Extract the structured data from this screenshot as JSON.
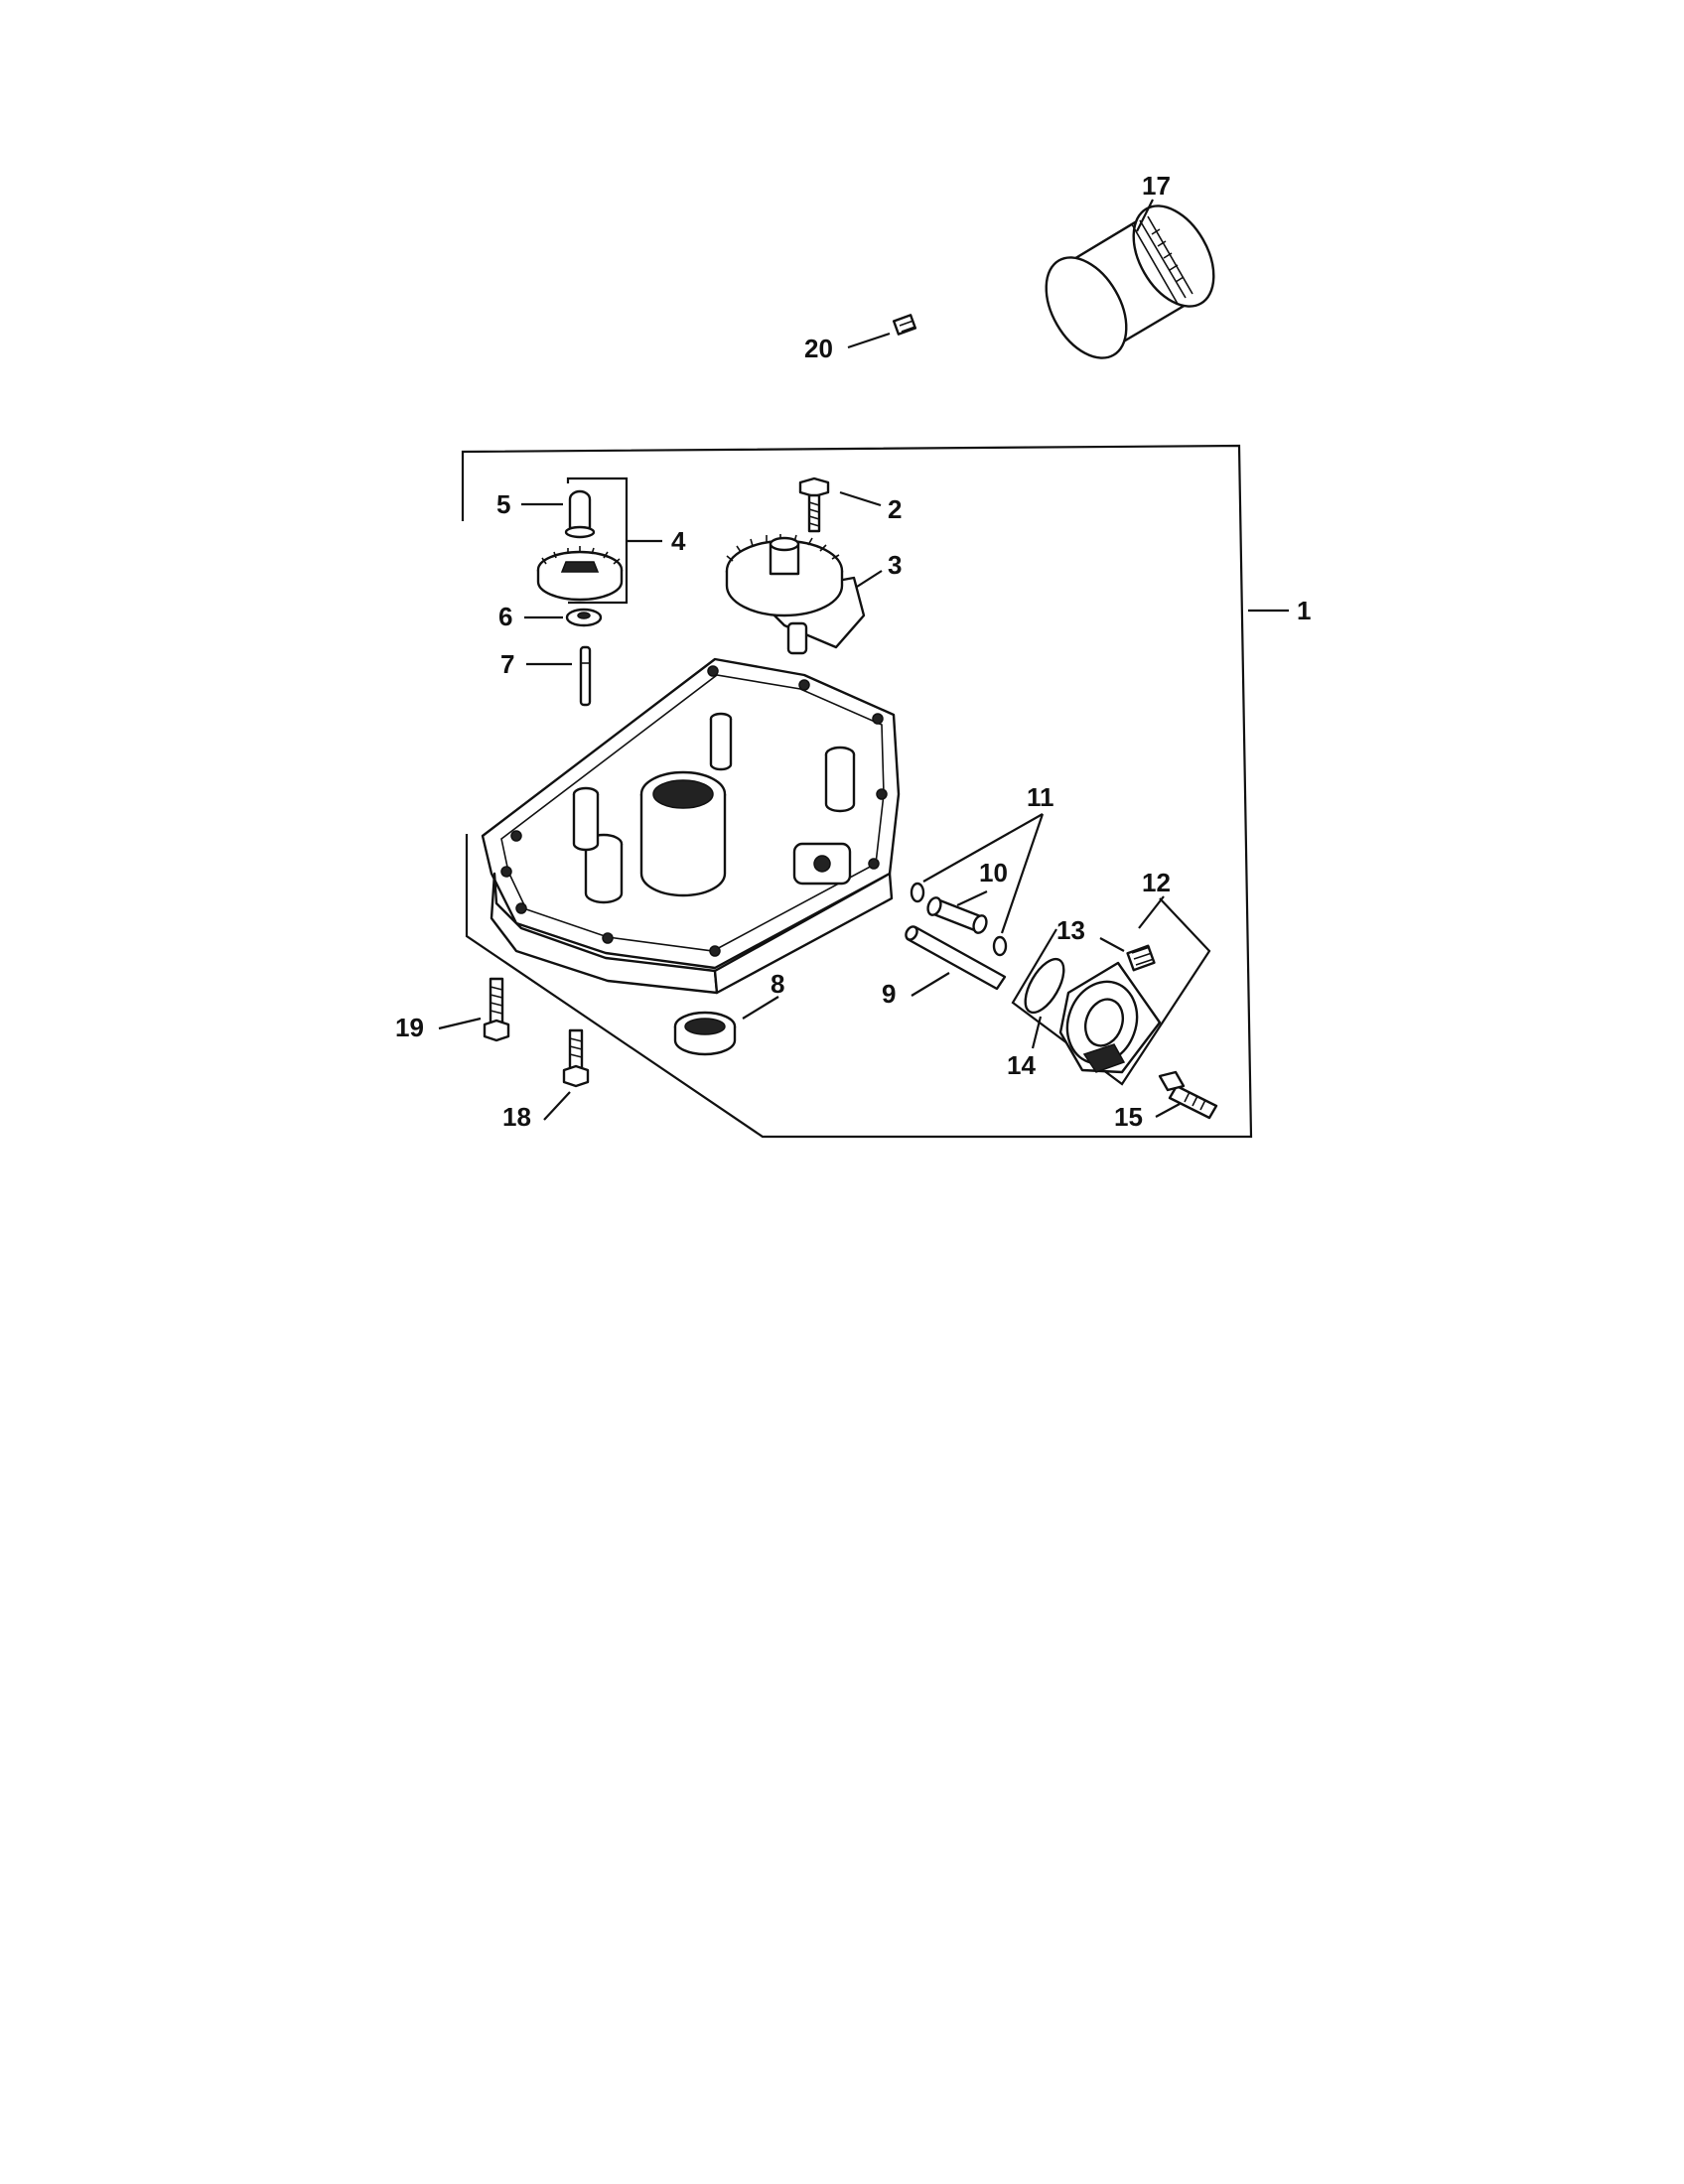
{
  "diagram": {
    "callouts": [
      {
        "id": "1",
        "label": "1"
      },
      {
        "id": "2",
        "label": "2"
      },
      {
        "id": "3",
        "label": "3"
      },
      {
        "id": "4",
        "label": "4"
      },
      {
        "id": "5",
        "label": "5"
      },
      {
        "id": "6",
        "label": "6"
      },
      {
        "id": "7",
        "label": "7"
      },
      {
        "id": "8",
        "label": "8"
      },
      {
        "id": "9",
        "label": "9"
      },
      {
        "id": "10",
        "label": "10"
      },
      {
        "id": "11",
        "label": "11"
      },
      {
        "id": "12",
        "label": "12"
      },
      {
        "id": "13",
        "label": "13"
      },
      {
        "id": "14",
        "label": "14"
      },
      {
        "id": "15",
        "label": "15"
      },
      {
        "id": "17",
        "label": "17"
      },
      {
        "id": "18",
        "label": "18"
      },
      {
        "id": "19",
        "label": "19"
      },
      {
        "id": "20",
        "label": "20"
      }
    ]
  }
}
